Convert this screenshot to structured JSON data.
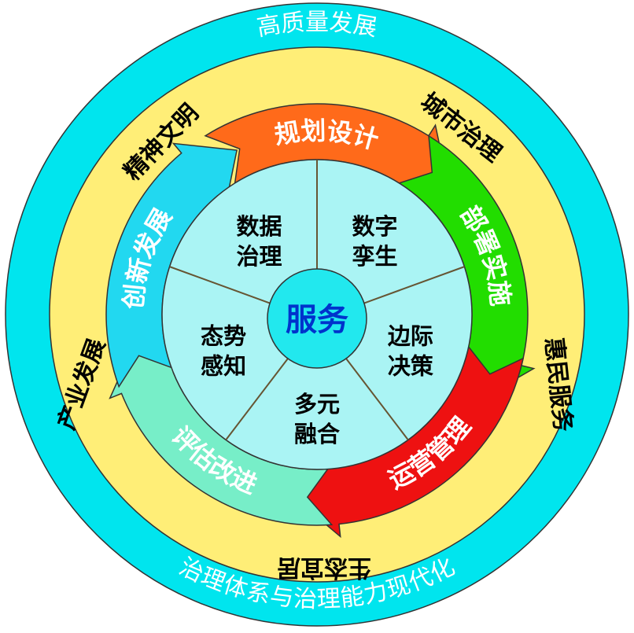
{
  "outer_ring": {
    "top_label": "高质量发展",
    "bottom_label": "治理体系与治理能力现代化",
    "color": "#00e5ee"
  },
  "middle_ring": {
    "color": "#ffee77",
    "labels": {
      "top_right": "城市治理",
      "right": "惠民服务",
      "bottom": "生态宜居",
      "left": "产业发展",
      "top_left": "精神文明"
    }
  },
  "cycle_arrows": [
    {
      "id": "plan",
      "label": "规划设计",
      "color": "#ff6a1a"
    },
    {
      "id": "deploy",
      "label": "部署实施",
      "color": "#22dd00"
    },
    {
      "id": "operate",
      "label": "运营管理",
      "color": "#ee1111"
    },
    {
      "id": "evaluate",
      "label": "评估改进",
      "color": "#77eec8"
    },
    {
      "id": "innovate",
      "label": "创新发展",
      "color": "#22d8f0"
    }
  ],
  "segments": [
    {
      "line1": "数字",
      "line2": "孪生"
    },
    {
      "line1": "边际",
      "line2": "决策"
    },
    {
      "line1": "多元",
      "line2": "融合"
    },
    {
      "line1": "态势",
      "line2": "感知"
    },
    {
      "line1": "数据",
      "line2": "治理"
    }
  ],
  "inner_disc_color": "#aaf4f4",
  "center": {
    "label": "服务"
  }
}
